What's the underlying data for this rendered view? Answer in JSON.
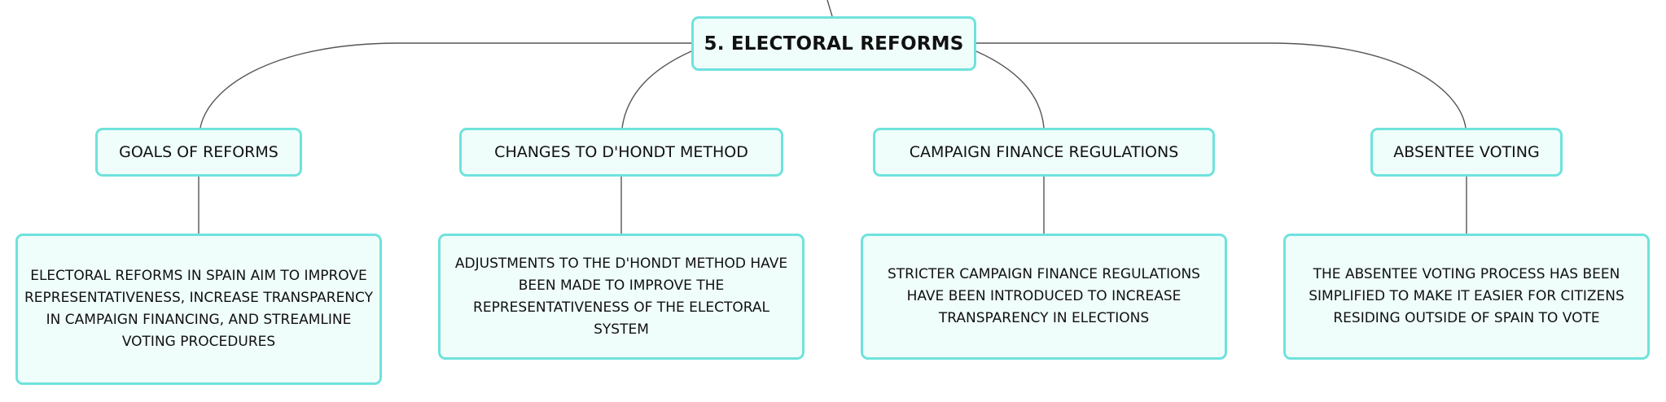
{
  "root": {
    "title": "5. ELECTORAL REFORMS"
  },
  "branches": [
    {
      "title": "GOALS OF REFORMS",
      "detail": "ELECTORAL REFORMS IN SPAIN AIM TO IMPROVE REPRESENTATIVENESS, INCREASE TRANSPARENCY IN CAMPAIGN FINANCING, AND STREAMLINE VOTING PROCEDURES"
    },
    {
      "title": "CHANGES TO D'HONDT METHOD",
      "detail": "ADJUSTMENTS TO THE D'HONDT METHOD HAVE BEEN MADE TO IMPROVE THE REPRESENTATIVENESS OF THE ELECTORAL SYSTEM"
    },
    {
      "title": "CAMPAIGN FINANCE REGULATIONS",
      "detail": "STRICTER CAMPAIGN FINANCE REGULATIONS HAVE BEEN INTRODUCED TO INCREASE TRANSPARENCY IN ELECTIONS"
    },
    {
      "title": "ABSENTEE VOTING",
      "detail": "THE ABSENTEE VOTING PROCESS HAS BEEN SIMPLIFIED TO MAKE IT EASIER FOR CITIZENS RESIDING OUTSIDE OF SPAIN TO VOTE"
    }
  ],
  "colors": {
    "node_fill": "#effdfb",
    "node_border": "#6fe2dc",
    "connector": "#555555"
  }
}
